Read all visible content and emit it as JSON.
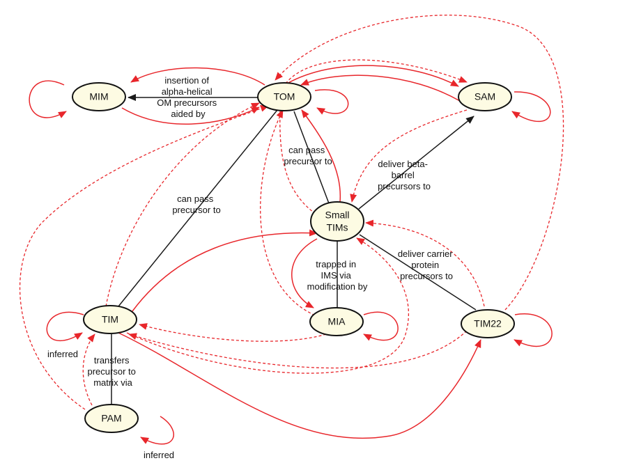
{
  "colors": {
    "node_fill": "#fdfbe3",
    "red": "#e8262b",
    "black": "#1a1a1a"
  },
  "nodes": {
    "mim": "MIM",
    "tom": "TOM",
    "sam": "SAM",
    "small_tims_line1": "Small",
    "small_tims_line2": "TIMs",
    "tim": "TIM",
    "mia": "MIA",
    "tim22": "TIM22",
    "pam": "PAM"
  },
  "labels": {
    "insertion": [
      "insertion of",
      "alpha-helical",
      "OM precursors",
      "aided by"
    ],
    "can_pass_tom_small": [
      "can pass",
      "precursor to"
    ],
    "can_pass_tim_tom": [
      "can pass",
      "precursor to"
    ],
    "deliver_beta": [
      "deliver beta-",
      "barrel",
      "precursors to"
    ],
    "trapped": [
      "trapped in",
      "IMS via",
      "modification by"
    ],
    "deliver_carrier": [
      "deliver carrier",
      "protein",
      "precursors to"
    ],
    "transfers": [
      "transfers",
      "precursor to",
      "matrix via"
    ],
    "inferred_tim": "inferred",
    "inferred_pam": "inferred"
  }
}
